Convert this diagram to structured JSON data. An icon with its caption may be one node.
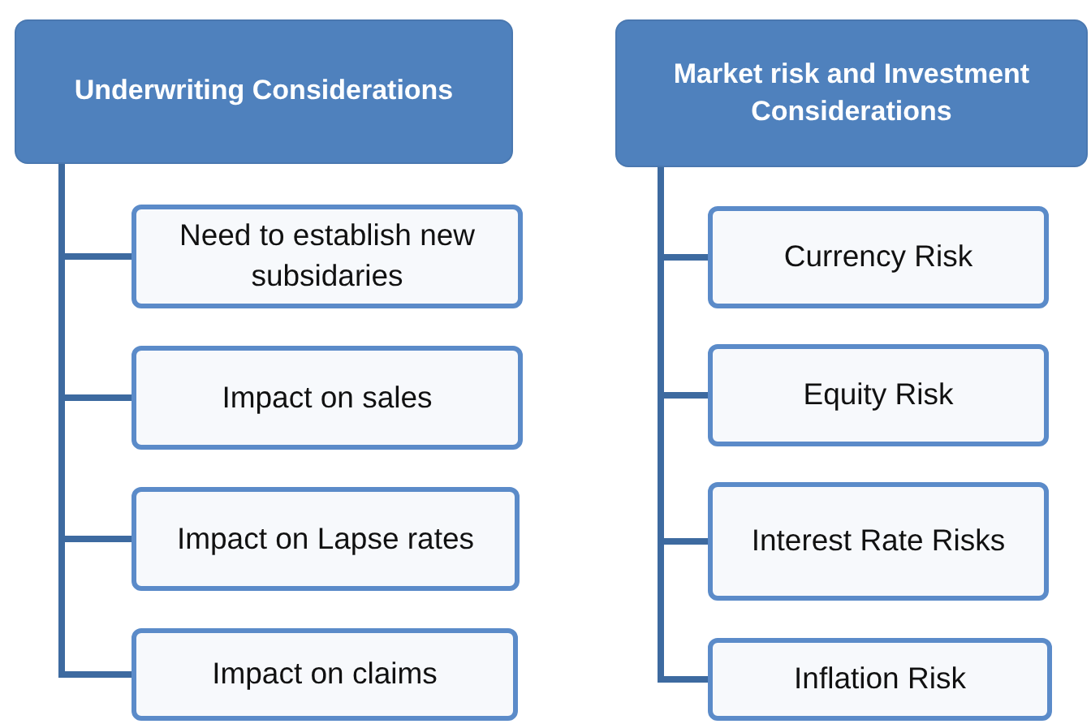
{
  "diagram": {
    "nodes": [
      {
        "text": [
          "Underwriting Considerations"
        ]
      },
      {
        "text": [
          "Need to establish new subsidaries"
        ]
      },
      {
        "text": [
          "Impact on sales"
        ]
      },
      {
        "text": [
          "Impact on Lapse rates"
        ]
      },
      {
        "text": [
          "Impact on claims"
        ]
      },
      {
        "text": [
          "Market risk and Investment Considerations"
        ]
      },
      {
        "text": [
          "Currency Risk"
        ]
      },
      {
        "text": [
          "Equity Risk"
        ]
      },
      {
        "text": [
          "Interest Rate Risks"
        ]
      },
      {
        "text": [
          "Inflation Risk"
        ]
      }
    ],
    "edges": [
      {
        "from": 0,
        "to": 1,
        "arrow": "none"
      },
      {
        "from": 0,
        "to": 2,
        "arrow": "none"
      },
      {
        "from": 0,
        "to": 3,
        "arrow": "none"
      },
      {
        "from": 0,
        "to": 4,
        "arrow": "none"
      },
      {
        "from": 5,
        "to": 6,
        "arrow": "none"
      },
      {
        "from": 5,
        "to": 7,
        "arrow": "none"
      },
      {
        "from": 5,
        "to": 8,
        "arrow": "none"
      },
      {
        "from": 5,
        "to": 9,
        "arrow": "none"
      }
    ]
  }
}
